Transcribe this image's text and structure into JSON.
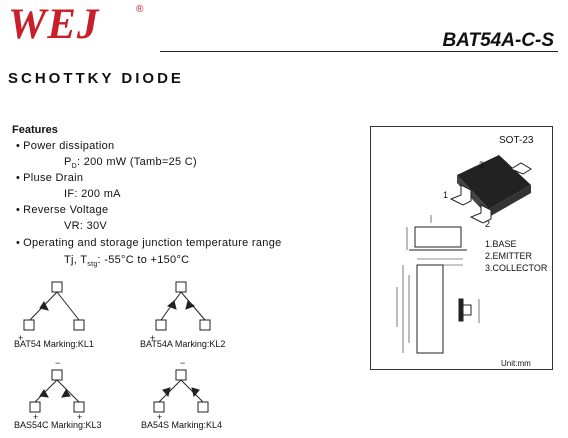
{
  "header": {
    "logo": "WEJ",
    "registered": "®",
    "part_number": "BAT54A-C-S"
  },
  "title": "SCHOTTKY DIODE",
  "features": {
    "heading": "Features",
    "power_label": "Power dissipation",
    "power_symbol": "P",
    "power_sub": "D",
    "power_value": ": 200 mW (Tamb=25 C)",
    "drain_label": "Pluse Drain",
    "drain_value": "IF: 200 mA",
    "reverse_label": "Reverse Voltage",
    "reverse_value": "VR: 30V",
    "temp_label": "Operating and storage junction temperature range",
    "temp_tj": "Tj, T",
    "temp_sub": "stg",
    "temp_value": ": -55°C to +150°C"
  },
  "package": {
    "name": "SOT-23",
    "pin_labels": [
      "1",
      "2",
      "3"
    ],
    "pins": [
      "1.BASE",
      "2.EMITTER",
      "3.COLLECTOR"
    ],
    "unit": "Unit:mm"
  },
  "variants": [
    {
      "caption": "BAT54 Marking:KL1",
      "plus": "+",
      "minus": ""
    },
    {
      "caption": "BAT54A Marking:KL2",
      "plus": "+",
      "minus": ""
    },
    {
      "caption": "BAS54C Marking:KL3",
      "plus": "+",
      "minus": "−"
    },
    {
      "caption": "BA54S Marking:KL4",
      "plus": "+",
      "minus": "−"
    }
  ]
}
